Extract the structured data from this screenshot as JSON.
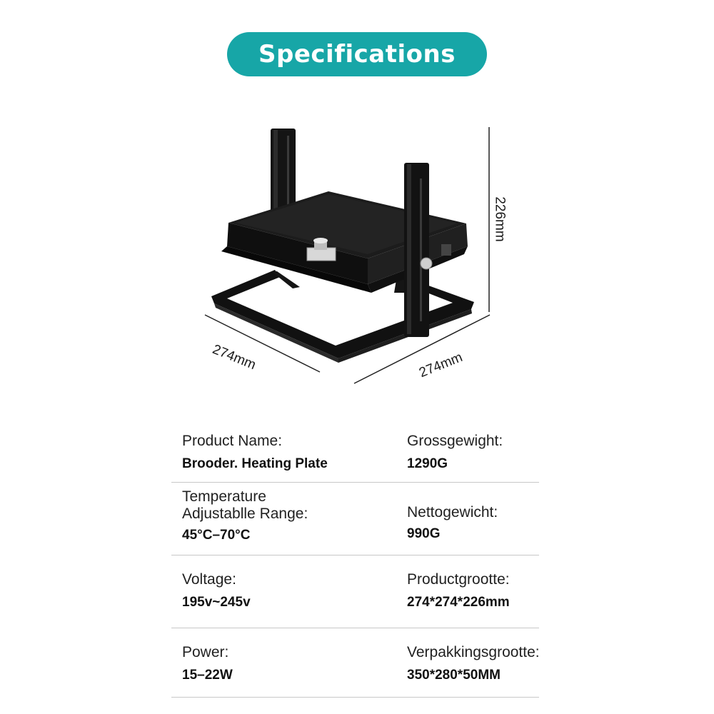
{
  "header": {
    "title": "Specifications",
    "accent_color": "#17a6a7"
  },
  "dimensions": {
    "height": "226mm",
    "depth": "274mm",
    "width": "274mm"
  },
  "product": {
    "icon": "heating-plate-illustration"
  },
  "specs": [
    {
      "left": {
        "label": "Product Name:",
        "value": "Brooder. Heating Plate"
      },
      "right": {
        "label": "Grossgewight:",
        "value": "1290G"
      }
    },
    {
      "left": {
        "label_line1": "Temperature",
        "label_line2": "Adjustablle Range:",
        "value": "45°C–70°C"
      },
      "right": {
        "label": "Nettogewicht:",
        "value": "990G"
      }
    },
    {
      "left": {
        "label": "Voltage:",
        "value": "195v~245v"
      },
      "right": {
        "label": "Productgrootte:",
        "value": "274*274*226mm"
      }
    },
    {
      "left": {
        "label": "Power:",
        "value": "15–22W"
      },
      "right": {
        "label": "Verpakkingsgrootte:",
        "value": "350*280*50MM"
      }
    }
  ]
}
